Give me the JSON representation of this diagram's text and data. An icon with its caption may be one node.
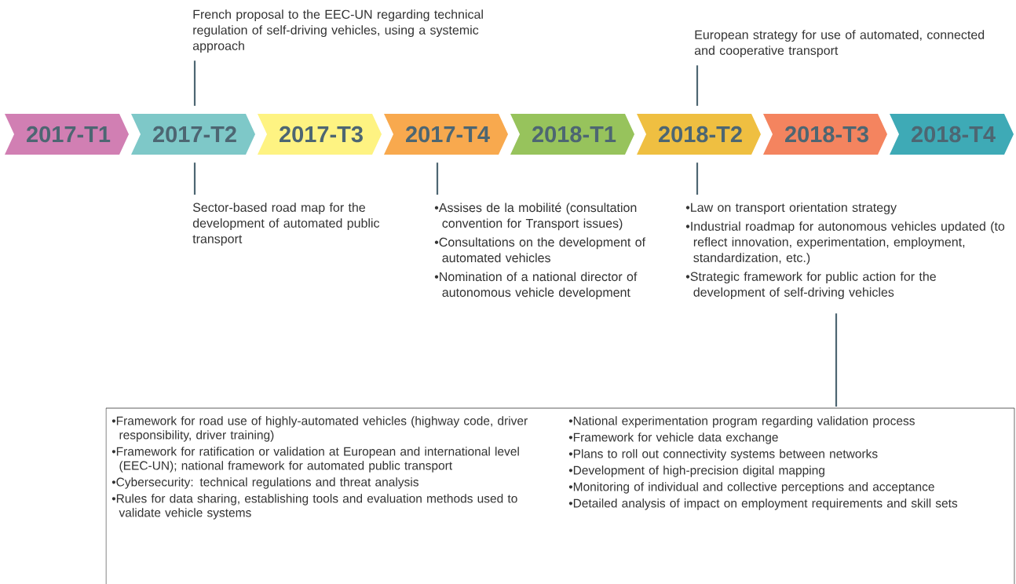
{
  "diagram": {
    "nodes": [
      {
        "text": [
          "2017-T1"
        ]
      },
      {
        "text": [
          "2017-T2"
        ]
      },
      {
        "text": [
          "2017-T3"
        ]
      },
      {
        "text": [
          "2017-T4"
        ]
      },
      {
        "text": [
          "2018-T1"
        ]
      },
      {
        "text": [
          "2018-T2"
        ]
      },
      {
        "text": [
          "2018-T3"
        ]
      },
      {
        "text": [
          "2018-T4"
        ]
      },
      {
        "text": [
          "French proposal to the EEC-UN regarding technical regulation of self-driving vehicles, using a systemic approach"
        ]
      },
      {
        "text": [
          "European strategy for use of automated, connected and cooperative transport"
        ]
      },
      {
        "text": [
          "Sector-based road map for the development of automated public transport"
        ]
      },
      {
        "text": [
          "•Assises de la mobilité (consultation convention for Transport issues)",
          "•Consultations on the development of automated vehicles",
          "•Nomination of a national director of autonomous vehicle development"
        ]
      },
      {
        "text": [
          "•Law on transport orientation strategy",
          "•Industrial roadmap for autonomous vehicles updated (to reflect innovation, experimentation, employment, standardization, etc.)",
          "•Strategic framework for public action for the development of self-driving vehicles"
        ]
      },
      {
        "text": [
          "•Framework for road use of highly-automated vehicles (highway code, driver responsibility, driver training)",
          "•Framework for ratification or validation at European and international level (EEC-UN); national framework for automated public transport",
          "•Cybersecurity: technical regulations and threat analysis",
          "•Rules for data sharing, establishing tools and evaluation methods used to validate vehicle systems",
          "•National experimentation program regarding validation process",
          "•Framework for vehicle data exchange",
          "•Plans to roll out connectivity systems between networks",
          "•Development of high-precision digital mapping",
          "•Monitoring of individual and collective perceptions and acceptance",
          "•Detailed analysis of impact on employment requirements and skill sets"
        ]
      }
    ],
    "edges": [
      {
        "from": 8,
        "to": 1,
        "arrow": "none"
      },
      {
        "from": 9,
        "to": 5,
        "arrow": "none"
      },
      {
        "from": 1,
        "to": 10,
        "arrow": "none"
      },
      {
        "from": 3,
        "to": 11,
        "arrow": "none"
      },
      {
        "from": 5,
        "to": 12,
        "arrow": "none"
      },
      {
        "from": 13,
        "to": 12,
        "arrow": "none"
      }
    ]
  }
}
